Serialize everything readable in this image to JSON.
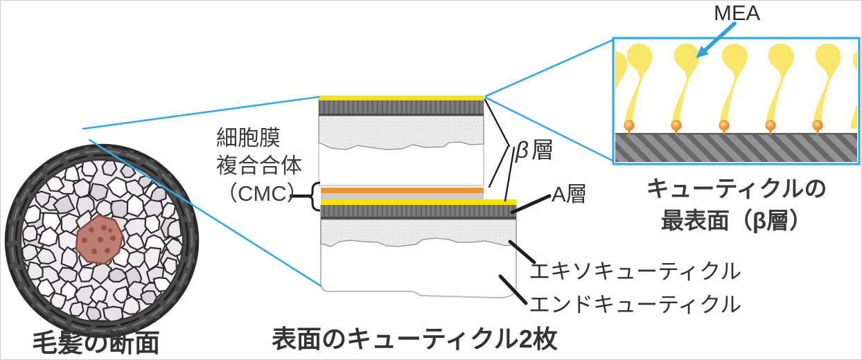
{
  "labels": {
    "hair_cross_section": "毛髪の断面",
    "cmc_line1": "細胞膜",
    "cmc_line2": "複合合体",
    "cmc_line3": "（CMC）",
    "beta_symbol": "β",
    "beta_layer_suffix": "層",
    "a_layer": "A層",
    "exocuticle": "エキソキューティクル",
    "endocuticle": "エンドキューティクル",
    "surface_two_cuticles": "表面のキューティクル2枚",
    "mea": "MEA",
    "cuticle_surface_line1": "キューティクルの",
    "cuticle_surface_line2": "最表面（β層）"
  },
  "colors": {
    "accent_blue": "#35a8e8",
    "beta_yellow": "#f6e300",
    "cmc_orange": "#f0952f",
    "cmc_gray": "#cfccca",
    "strand_yellow": "#f9e66b",
    "ball_orange": "#ee8b1e",
    "pointer_black": "#1e1e1e",
    "text_gray": "#2f2f2f"
  }
}
